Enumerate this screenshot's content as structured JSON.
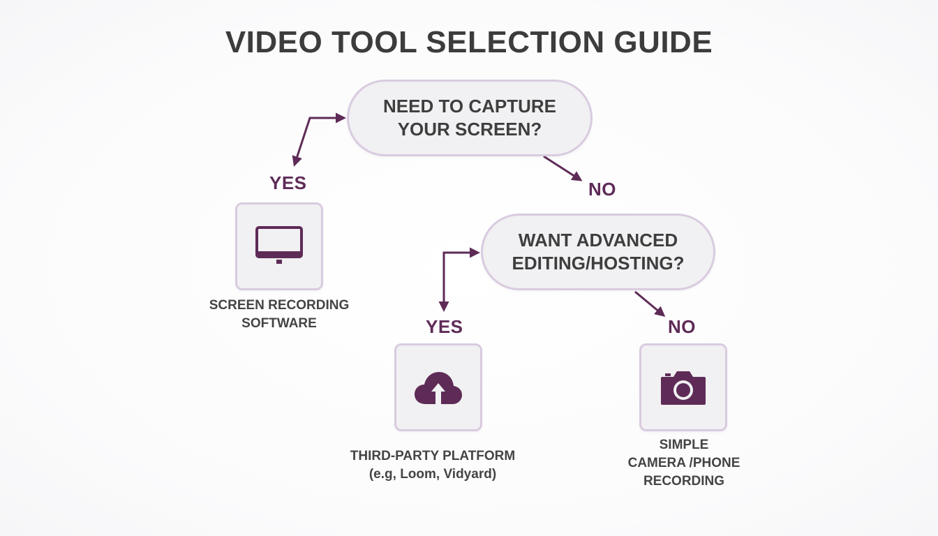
{
  "title": "VIDEO TOOL SELECTION GUIDE",
  "decisions": [
    {
      "lines": [
        "NEED TO CAPTURE",
        "YOUR SCREEN?"
      ]
    },
    {
      "lines": [
        "WANT ADVANCED",
        "EDITING/HOSTING?"
      ]
    }
  ],
  "branches": {
    "q1_yes": "YES",
    "q1_no": "NO",
    "q2_yes": "YES",
    "q2_no": "NO"
  },
  "outcomes": [
    {
      "icon": "monitor-icon",
      "lines": [
        "SCREEN RECORDING",
        "SOFTWARE"
      ]
    },
    {
      "icon": "cloud-upload-icon",
      "lines": [
        "THIRD-PARTY PLATFORM",
        "(e.g, Loom, Vidyard)"
      ]
    },
    {
      "icon": "camera-icon",
      "lines": [
        "SIMPLE",
        "CAMERA /PHONE",
        "RECORDING"
      ]
    }
  ],
  "colors": {
    "accent": "#5e2b57",
    "node_fill": "#f1f0f2",
    "node_border": "#d9cbe0",
    "text": "#3d3d3d"
  }
}
